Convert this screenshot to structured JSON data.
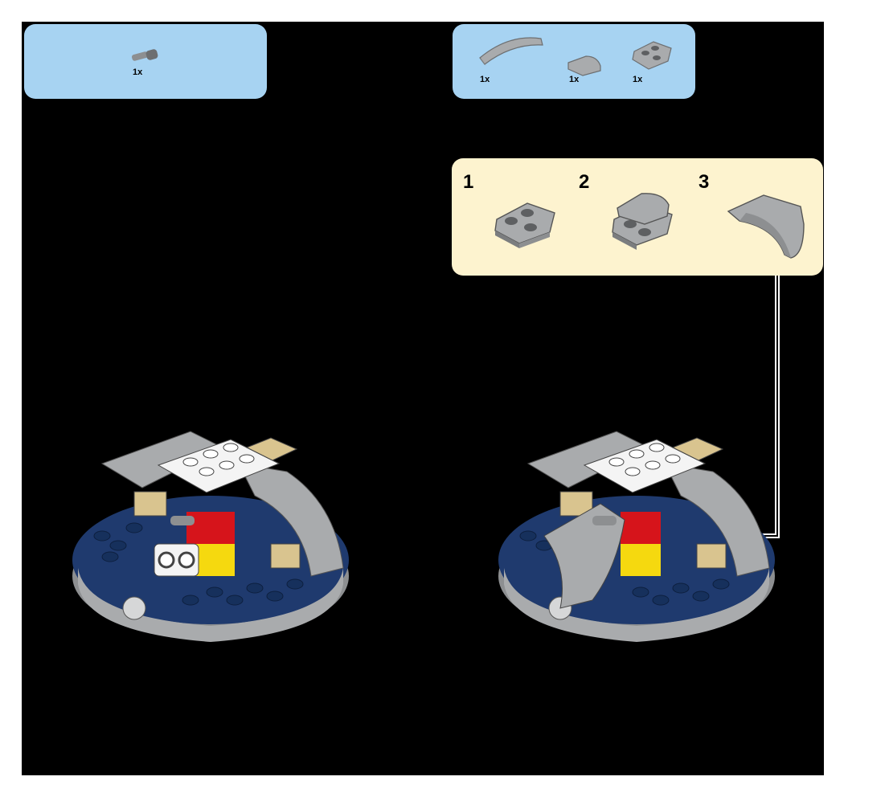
{
  "left_step": {
    "parts_callout": {
      "parts": [
        {
          "name": "grey-axle-pin-part",
          "qty": "1x"
        }
      ]
    }
  },
  "right_step": {
    "parts_callout": {
      "parts": [
        {
          "name": "curved-slope-part",
          "qty": "1x"
        },
        {
          "name": "small-curved-slope-part",
          "qty": "1x"
        },
        {
          "name": "wedge-plate-part",
          "qty": "1x"
        }
      ]
    },
    "subassembly": {
      "steps": [
        {
          "number": "1"
        },
        {
          "number": "2"
        },
        {
          "number": "3"
        }
      ]
    }
  },
  "colors": {
    "page_background": "#000000",
    "parts_callout": "#a7d3f2",
    "subassembly_box": "#fdf3cf",
    "base_blue": "#1f3a6e",
    "light_grey": "#a9abad",
    "red": "#d6141b",
    "yellow": "#f5d90f",
    "tan": "#d9c48f",
    "white": "#f4f4f4"
  }
}
